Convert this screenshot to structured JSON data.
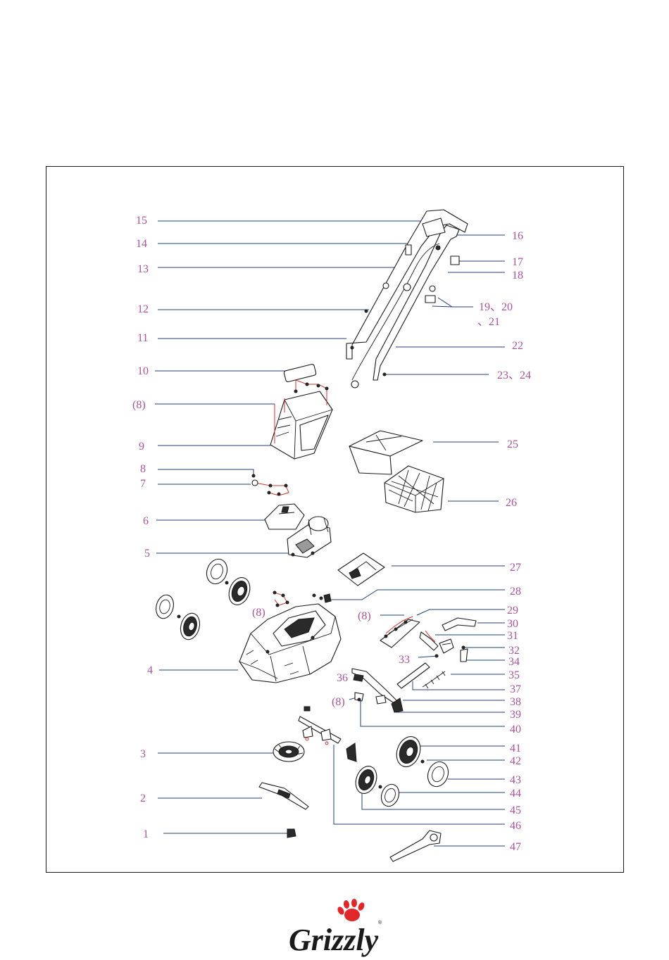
{
  "brand": {
    "name": "Grizzly",
    "registered_mark": "®",
    "paw_color": "#e0282b"
  },
  "colors": {
    "label": "#a9539b",
    "leader": "#1f3f7a",
    "highlight": "#d0322f"
  },
  "labels": {
    "n1": "1",
    "n2": "2",
    "n3": "3",
    "n4": "4",
    "n5": "5",
    "n6": "6",
    "n7": "7",
    "n8": "8",
    "n9": "9",
    "n10": "10",
    "n11": "11",
    "n12": "12",
    "n13": "13",
    "n14": "14",
    "n15": "15",
    "n16": "16",
    "n17": "17",
    "n18": "18",
    "n19_20": "19、20",
    "n21": "、21",
    "n22": "22",
    "n23_24": "23、24",
    "n25": "25",
    "n26": "26",
    "n27": "27",
    "n28": "28",
    "n29": "29",
    "n30": "30",
    "n31": "31",
    "n32": "32",
    "n33": "33",
    "n34": "34",
    "n35": "35",
    "n36": "36",
    "n37": "37",
    "n38": "38",
    "n39": "39",
    "n40": "40",
    "n41": "41",
    "n42": "42",
    "n43": "43",
    "n44": "44",
    "n45": "45",
    "n46": "46",
    "n47": "47",
    "ref8": "(8)"
  }
}
